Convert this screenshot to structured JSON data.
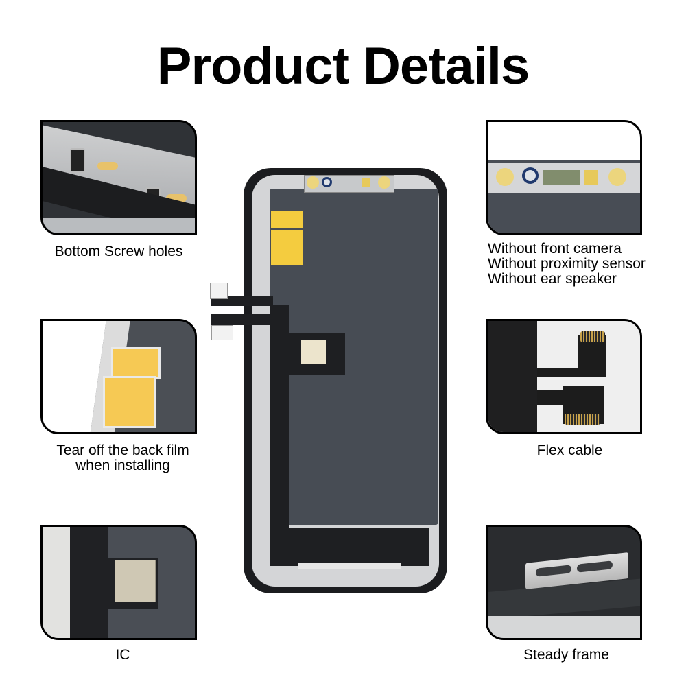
{
  "title": "Product Details",
  "features": [
    {
      "id": "bottom-screw-holes",
      "caption": "Bottom Screw holes"
    },
    {
      "id": "front-sensors",
      "caption_lines": [
        "Without front camera",
        "Without proximity sensor",
        "Without ear speaker"
      ]
    },
    {
      "id": "back-film",
      "caption_lines": [
        "Tear off the back film",
        "when installing"
      ]
    },
    {
      "id": "flex-cable",
      "caption": "Flex cable"
    },
    {
      "id": "ic",
      "caption": "IC"
    },
    {
      "id": "steady-frame",
      "caption": "Steady frame"
    }
  ],
  "colors": {
    "panel_gray": "#4b5058",
    "frame_black": "#1b1c1f",
    "metal_silver": "#d9dadb",
    "film_yellow": "#f4c94c",
    "pad_gold": "#e8d27c"
  }
}
